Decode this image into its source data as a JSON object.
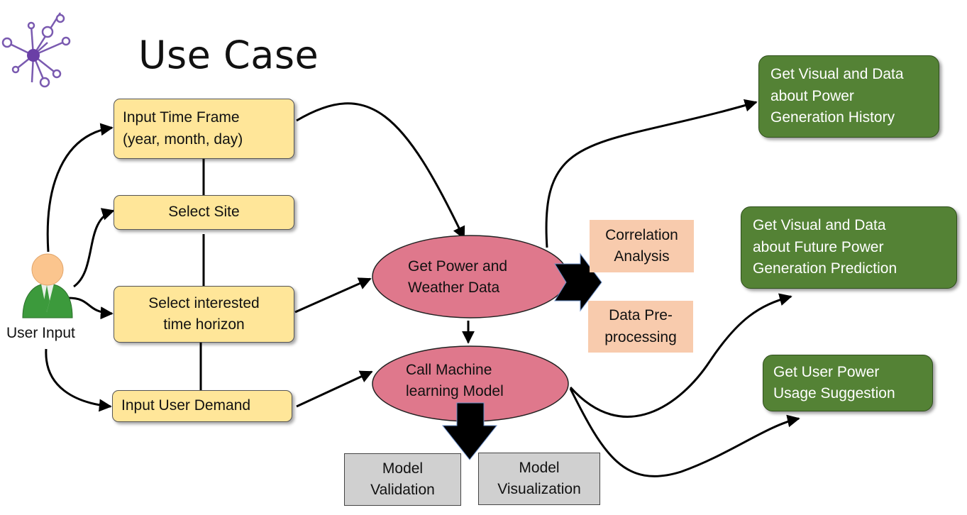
{
  "title": "Use Case",
  "user": {
    "label": "User Input",
    "icon": "user-icon"
  },
  "inputs": {
    "time_frame": "Input Time Frame\n(year, month, day)",
    "site": "Select  Site",
    "horizon": "Select interested\ntime horizon",
    "demand": "Input User Demand"
  },
  "processes": {
    "get_data": "Get  Power and\nWeather Data",
    "ml_model": "Call Machine\nlearning Model"
  },
  "analysis": {
    "correlation": "Correlation\nAnalysis",
    "preprocessing": "Data Pre-\nprocessing"
  },
  "model_outputs": {
    "validation": "Model\nValidation",
    "visualization": "Model\nVisualization"
  },
  "results": {
    "history": "Get Visual and Data\nabout  Power\nGeneration History",
    "prediction": "Get Visual and Data\nabout  Future Power\nGeneration Prediction",
    "suggestion": " Get User Power\nUsage Suggestion"
  },
  "colors": {
    "input_fill": "#ffe699",
    "process_fill": "#df788c",
    "analysis_fill": "#f8cbad",
    "model_fill": "#d0d0d0",
    "result_fill": "#548235",
    "logo": "#7a5ab0"
  }
}
